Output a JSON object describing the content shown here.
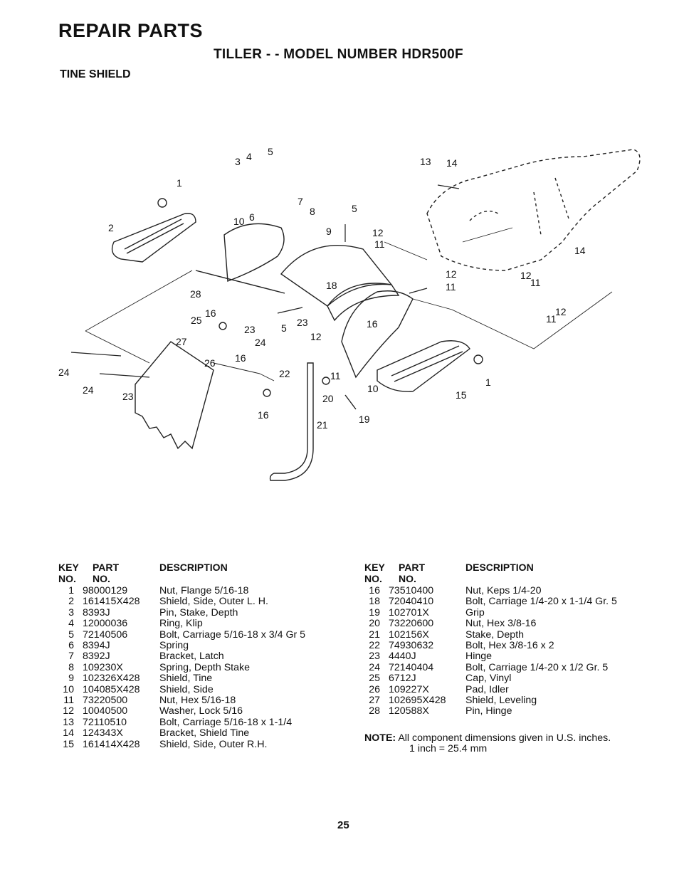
{
  "header": {
    "title": "REPAIR PARTS",
    "subtitle": "TILLER - - MODEL NUMBER HDR500F",
    "section": "TINE SHIELD"
  },
  "callouts": [
    "1",
    "2",
    "3",
    "4",
    "5",
    "6",
    "7",
    "8",
    "9",
    "10",
    "28",
    "25",
    "16",
    "23",
    "5",
    "23",
    "12",
    "24",
    "26",
    "16",
    "22",
    "11",
    "10",
    "24",
    "27",
    "23",
    "16",
    "20",
    "19",
    "21",
    "24",
    "13",
    "14",
    "12",
    "11",
    "5",
    "14",
    "12",
    "11",
    "12",
    "11",
    "12",
    "11",
    "16",
    "18",
    "15",
    "1"
  ],
  "table_headers": {
    "key": "KEY",
    "key2": "NO.",
    "part": "PART",
    "part2": "NO.",
    "desc": "DESCRIPTION"
  },
  "parts_left": [
    {
      "key": "1",
      "part": "98000129",
      "desc": "Nut, Flange 5/16-18"
    },
    {
      "key": "2",
      "part": "161415X428",
      "desc": "Shield, Side, Outer L. H."
    },
    {
      "key": "3",
      "part": "8393J",
      "desc": "Pin, Stake, Depth"
    },
    {
      "key": "4",
      "part": "12000036",
      "desc": "Ring, Klip"
    },
    {
      "key": "5",
      "part": "72140506",
      "desc": "Bolt, Carriage 5/16-18 x 3/4 Gr 5"
    },
    {
      "key": "6",
      "part": "8394J",
      "desc": "Spring"
    },
    {
      "key": "7",
      "part": "8392J",
      "desc": "Bracket, Latch"
    },
    {
      "key": "8",
      "part": "109230X",
      "desc": "Spring, Depth Stake"
    },
    {
      "key": "9",
      "part": "102326X428",
      "desc": "Shield, Tine"
    },
    {
      "key": "10",
      "part": "104085X428",
      "desc": "Shield, Side"
    },
    {
      "key": "11",
      "part": "73220500",
      "desc": "Nut, Hex 5/16-18"
    },
    {
      "key": "12",
      "part": "10040500",
      "desc": "Washer, Lock 5/16"
    },
    {
      "key": "13",
      "part": "72110510",
      "desc": "Bolt, Carriage 5/16-18 x 1-1/4"
    },
    {
      "key": "14",
      "part": "124343X",
      "desc": "Bracket, Shield Tine"
    },
    {
      "key": "15",
      "part": "161414X428",
      "desc": "Shield, Side, Outer R.H."
    }
  ],
  "parts_right": [
    {
      "key": "16",
      "part": "73510400",
      "desc": "Nut, Keps 1/4-20"
    },
    {
      "key": "18",
      "part": "72040410",
      "desc": "Bolt, Carriage 1/4-20 x 1-1/4 Gr. 5"
    },
    {
      "key": "19",
      "part": "102701X",
      "desc": "Grip"
    },
    {
      "key": "20",
      "part": "73220600",
      "desc": "Nut, Hex 3/8-16"
    },
    {
      "key": "21",
      "part": "102156X",
      "desc": "Stake, Depth"
    },
    {
      "key": "22",
      "part": "74930632",
      "desc": "Bolt, Hex 3/8-16 x 2"
    },
    {
      "key": "23",
      "part": "4440J",
      "desc": "Hinge"
    },
    {
      "key": "24",
      "part": "72140404",
      "desc": "Bolt, Carriage 1/4-20 x 1/2 Gr. 5"
    },
    {
      "key": "25",
      "part": "6712J",
      "desc": "Cap, Vinyl"
    },
    {
      "key": "26",
      "part": "109227X",
      "desc": "Pad, Idler"
    },
    {
      "key": "27",
      "part": "102695X428",
      "desc": "Shield, Leveling"
    },
    {
      "key": "28",
      "part": "120588X",
      "desc": "Pin, Hinge"
    }
  ],
  "note": {
    "label": "NOTE:",
    "line1": "All component dimensions given in U.S. inches.",
    "line2": "1 inch = 25.4 mm"
  },
  "page_number": "25"
}
